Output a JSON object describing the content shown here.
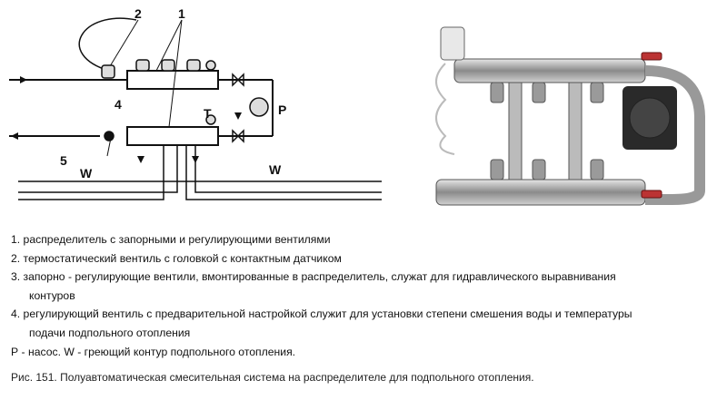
{
  "diagram": {
    "callout_1": "1",
    "callout_2": "2",
    "callout_4": "4",
    "callout_5": "5",
    "label_T": "T",
    "label_P": "P",
    "label_W_left": "W",
    "label_W_right": "W"
  },
  "legend": {
    "item1": "1.  распределитель с запорными и регулирующими вентилями",
    "item2": "2.  термостатический вентиль с головкой с контактным датчиком",
    "item3_line1": "3.  запорно - регулирующие вентили, вмонтированные в распределитель, служат для гидравлического выравнивания",
    "item3_line2": "контуров",
    "item4_line1": "4.  регулирующий вентиль с предварительной настройкой служит для установки степени смешения воды и температуры",
    "item4_line2": "подачи подпольного отопления",
    "item5": "Р - насос.     W - греющий контур подпольного отопления."
  },
  "caption": "Рис. 151. Полуавтоматическая смесительная система  на распределителе для подпольного отопления."
}
